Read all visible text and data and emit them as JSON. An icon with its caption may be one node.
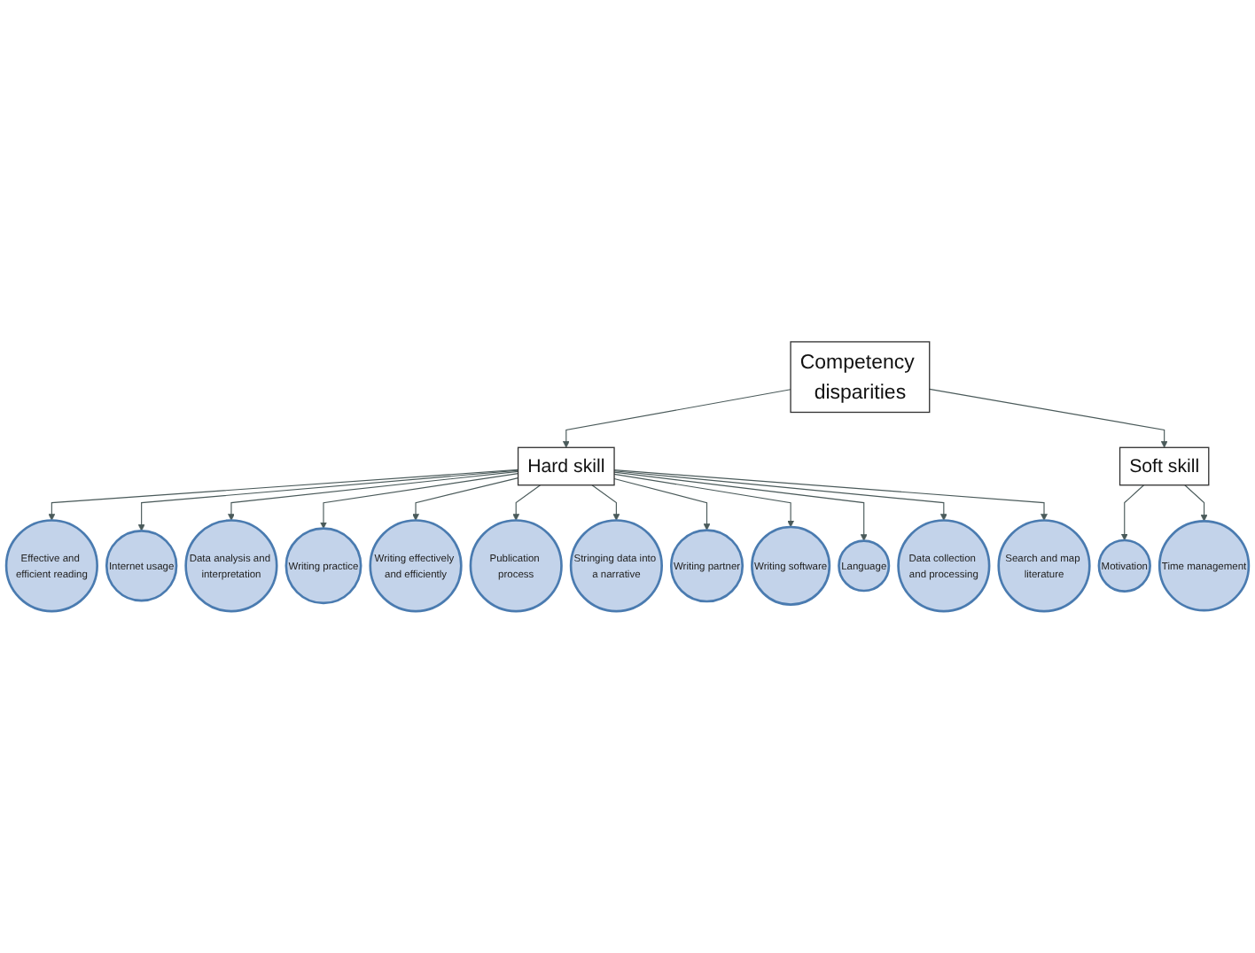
{
  "diagram": {
    "nodes": [
      {
        "text": [
          "Competency disparities"
        ]
      },
      {
        "text": [
          "Hard skill"
        ]
      },
      {
        "text": [
          "Soft skill"
        ]
      },
      {
        "text": [
          "Effective and efficient reading"
        ]
      },
      {
        "text": [
          "Internet usage"
        ]
      },
      {
        "text": [
          "Data analysis and interpretation"
        ]
      },
      {
        "text": [
          "Writing practice"
        ]
      },
      {
        "text": [
          "Writing effectively and efficiently"
        ]
      },
      {
        "text": [
          "Publication process"
        ]
      },
      {
        "text": [
          "Stringing data into a narrative"
        ]
      },
      {
        "text": [
          "Writing partner"
        ]
      },
      {
        "text": [
          "Writing software"
        ]
      },
      {
        "text": [
          "Language"
        ]
      },
      {
        "text": [
          "Data collection and processing"
        ]
      },
      {
        "text": [
          "Search and map literature"
        ]
      },
      {
        "text": [
          "Motivation"
        ]
      },
      {
        "text": [
          "Time management"
        ]
      }
    ],
    "edges": [
      {
        "from": 0,
        "to": 1,
        "arrow": "to"
      },
      {
        "from": 0,
        "to": 2,
        "arrow": "to"
      },
      {
        "from": 1,
        "to": 3,
        "arrow": "to"
      },
      {
        "from": 1,
        "to": 4,
        "arrow": "to"
      },
      {
        "from": 1,
        "to": 5,
        "arrow": "to"
      },
      {
        "from": 1,
        "to": 6,
        "arrow": "to"
      },
      {
        "from": 1,
        "to": 7,
        "arrow": "to"
      },
      {
        "from": 1,
        "to": 8,
        "arrow": "to"
      },
      {
        "from": 1,
        "to": 9,
        "arrow": "to"
      },
      {
        "from": 1,
        "to": 10,
        "arrow": "to"
      },
      {
        "from": 1,
        "to": 11,
        "arrow": "to"
      },
      {
        "from": 1,
        "to": 12,
        "arrow": "to"
      },
      {
        "from": 1,
        "to": 13,
        "arrow": "to"
      },
      {
        "from": 1,
        "to": 14,
        "arrow": "to"
      },
      {
        "from": 2,
        "to": 15,
        "arrow": "to"
      },
      {
        "from": 2,
        "to": 16,
        "arrow": "to"
      }
    ]
  }
}
